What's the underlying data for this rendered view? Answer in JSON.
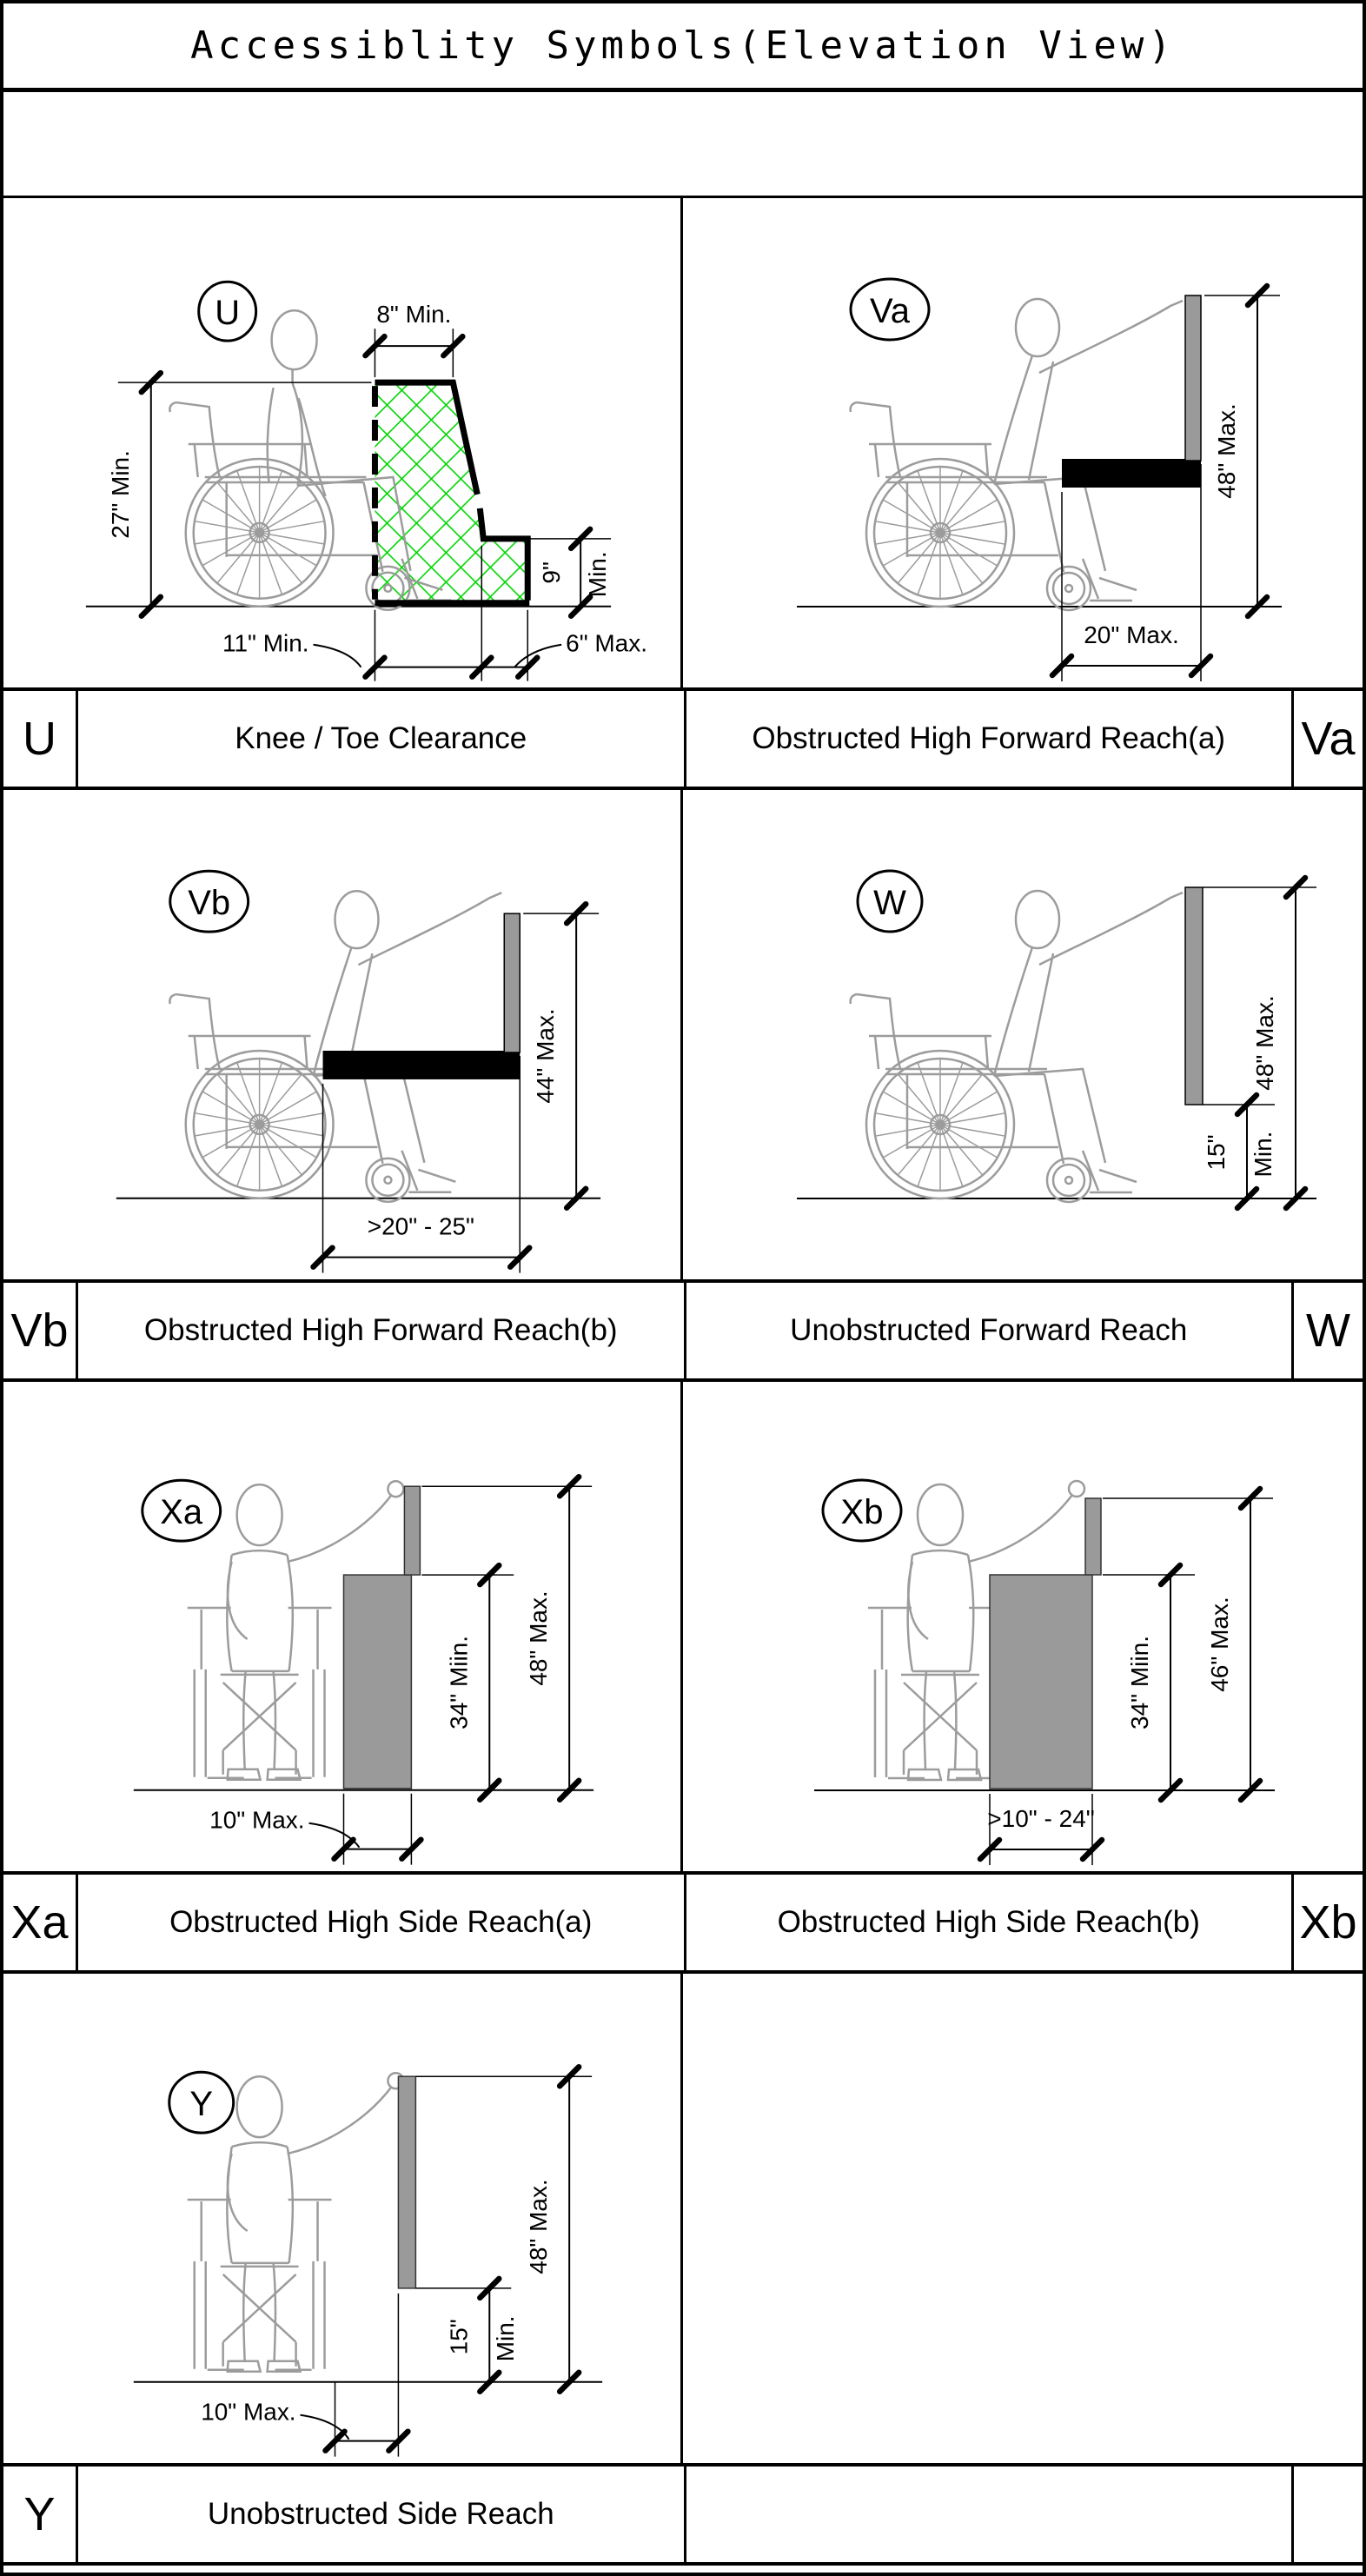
{
  "title": "Accessiblity Symbols(Elevation View)",
  "colors": {
    "line_black": "#000000",
    "figure_gray": "#9c9c9c",
    "obstruction_gray": "#9a9a9a",
    "counter_black": "#000000",
    "clearance_hatch_green": "#00d400"
  },
  "rows": [
    {
      "left_key": "U",
      "left_caption": "Knee / Toe Clearance",
      "right_caption": "Obstructed High Forward Reach(a)",
      "right_key": "Va"
    },
    {
      "left_key": "Vb",
      "left_caption": "Obstructed High Forward Reach(b)",
      "right_caption": "Unobstructed Forward Reach",
      "right_key": "W"
    },
    {
      "left_key": "Xa",
      "left_caption": "Obstructed High Side Reach(a)",
      "right_caption": "Obstructed High Side Reach(b)",
      "right_key": "Xb"
    },
    {
      "left_key": "Y",
      "left_caption": "Unobstructed Side Reach",
      "right_caption": "",
      "right_key": ""
    }
  ],
  "panels": {
    "u": {
      "symbol": "U",
      "dim_top": "8\" Min.",
      "dim_left": "27\" Min.",
      "dim_right_value": "9\"",
      "dim_right_unit": "Min.",
      "dim_bottom_left": "11\" Min.",
      "dim_bottom_right": "6\" Max."
    },
    "va": {
      "symbol": "Va",
      "dim_height": "48\" Max.",
      "dim_depth": "20\" Max."
    },
    "vb": {
      "symbol": "Vb",
      "dim_height": "44\" Max.",
      "dim_depth": ">20\" - 25\""
    },
    "w": {
      "symbol": "W",
      "dim_height": "48\" Max.",
      "dim_low_value": "15\"",
      "dim_low_unit": "Min."
    },
    "xa": {
      "symbol": "Xa",
      "dim_counter": "34\" Miin.",
      "dim_reach": "48\" Max.",
      "dim_depth": "10\" Max."
    },
    "xb": {
      "symbol": "Xb",
      "dim_counter": "34\" Miin.",
      "dim_reach": "46\" Max.",
      "dim_depth": ">10\" - 24\""
    },
    "y": {
      "symbol": "Y",
      "dim_reach": "48\" Max.",
      "dim_low_value": "15\"",
      "dim_low_unit": "Min.",
      "dim_depth": "10\" Max."
    }
  }
}
